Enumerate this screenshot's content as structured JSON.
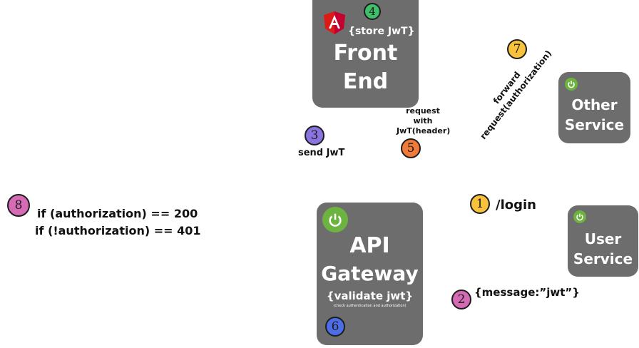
{
  "front_end": {
    "store": "{store JwT}",
    "line1": "Front",
    "line2": "End"
  },
  "other_service": {
    "line1": "Other",
    "line2": "Service"
  },
  "user_service": {
    "line1": "User",
    "line2": "Service"
  },
  "api_gateway": {
    "line1": "API",
    "line2": "Gateway",
    "validate": "{validate jwt}",
    "note": "(check authentication and authorization)"
  },
  "steps": [
    {
      "num": "1",
      "color": "#f9c23c",
      "label": "/login"
    },
    {
      "num": "2",
      "color": "#d66bb5",
      "label": "{message:”jwt”}"
    },
    {
      "num": "3",
      "color": "#8b74e0",
      "label": "send JwT"
    },
    {
      "num": "4",
      "color": "#3fbf6a",
      "label": "{store JwT}"
    },
    {
      "num": "5",
      "color": "#f07a3a",
      "label": "request with JwT(header)"
    },
    {
      "num": "6",
      "color": "#4d6de8",
      "label": "{validate jwt}"
    },
    {
      "num": "7",
      "color": "#f9c23c",
      "label": "forward request(authorization)"
    },
    {
      "num": "8",
      "color": "#d66bb5",
      "label": "if (authorization) == 200"
    }
  ],
  "labels": {
    "login": "/login",
    "message": "{message:”jwt”}",
    "send_jwt": "send JwT",
    "request": "request",
    "with": "with",
    "jwt_header": "JwT(header)",
    "forward": "forward",
    "forward_auth": "request(authorization)",
    "cond_200": "if (authorization) == 200",
    "cond_401": "if (!authorization) == 401"
  },
  "colors": {
    "box": "#6d6d6d",
    "spring": "#6db33f",
    "angular": "#dd1b16"
  }
}
